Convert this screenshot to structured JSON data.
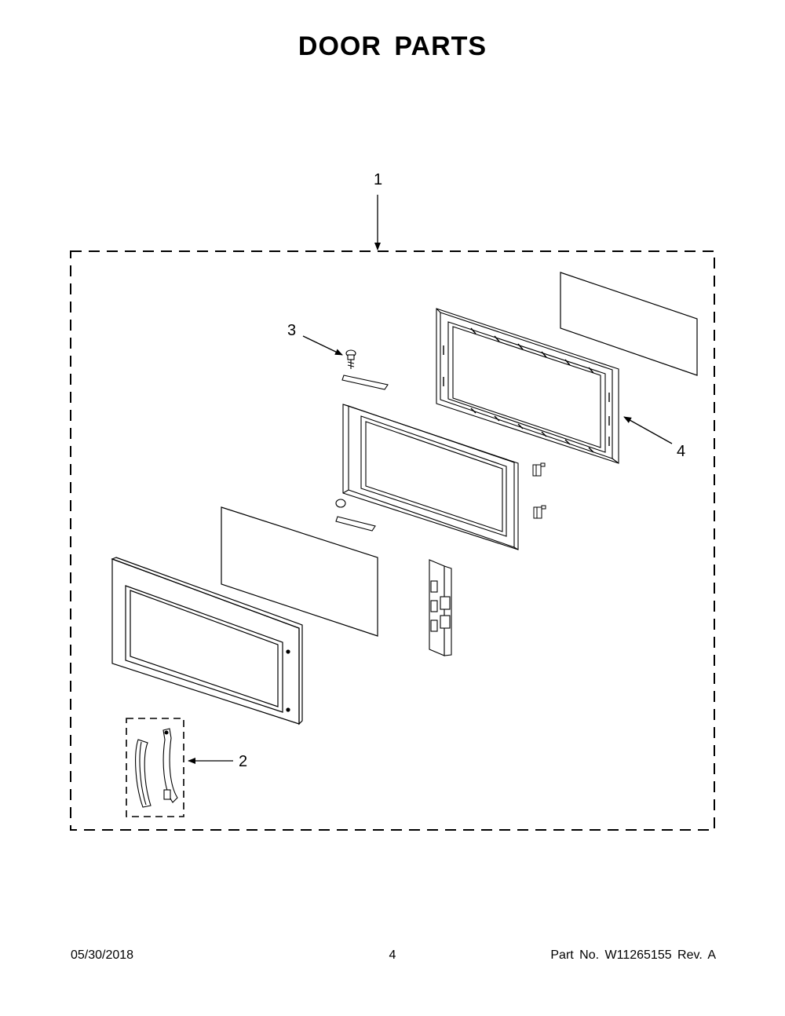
{
  "page": {
    "title": "DOOR PARTS"
  },
  "callouts": {
    "c1": "1",
    "c2": "2",
    "c3": "3",
    "c4": "4"
  },
  "footer": {
    "date": "05/30/2018",
    "page_number": "4",
    "part_info": "Part No.  W11265155  Rev.  A"
  }
}
